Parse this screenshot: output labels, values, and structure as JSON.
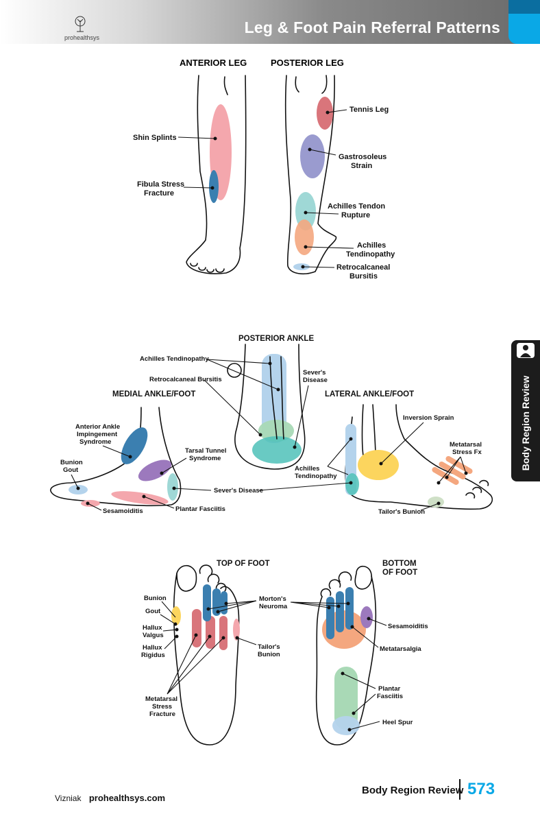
{
  "header": {
    "title": "Leg & Foot Pain Referral Patterns"
  },
  "logo": {
    "text": "prohealthsys"
  },
  "side_tab": {
    "label": "Body Region Review"
  },
  "sections": {
    "anterior_leg": "ANTERIOR LEG",
    "posterior_leg": "POSTERIOR LEG",
    "posterior_ankle": "POSTERIOR ANKLE",
    "medial": "MEDIAL ANKLE/FOOT",
    "lateral": "LATERAL ANKLE/FOOT",
    "top_foot": "TOP OF FOOT",
    "bottom_foot_1": "BOTTOM",
    "bottom_foot_2": "OF FOOT"
  },
  "labels": {
    "shin_splints": "Shin Splints",
    "fibula_1": "Fibula Stress",
    "fibula_2": "Fracture",
    "tennis_leg": "Tennis Leg",
    "gastro_1": "Gastrosoleus",
    "gastro_2": "Strain",
    "achilles_rupture_1": "Achilles Tendon",
    "achilles_rupture_2": "Rupture",
    "achilles_tendinopathy_1": "Achilles",
    "achilles_tendinopathy_2": "Tendinopathy",
    "retro_1": "Retrocalcaneal",
    "retro_2": "Bursitis",
    "pa_achilles": "Achilles Tendinopathy",
    "pa_retro": "Retrocalcaneal Bursitis",
    "pa_severs_1": "Sever's",
    "pa_severs_2": "Disease",
    "aais_1": "Anterior Ankle",
    "aais_2": "Impingement",
    "aais_3": "Syndrome",
    "bunion_gout_1": "Bunion",
    "bunion_gout_2": "Gout",
    "tarsal_1": "Tarsal Tunnel",
    "tarsal_2": "Syndrome",
    "severs_disease": "Sever's Disease",
    "sesamoiditis": "Sesamoiditis",
    "plantar_fasciitis": "Plantar Fasciitis",
    "inversion_sprain": "Inversion Sprain",
    "metatarsal_fx_1": "Metatarsal",
    "metatarsal_fx_2": "Stress Fx",
    "lat_achilles_1": "Achilles",
    "lat_achilles_2": "Tendinopathy",
    "tailors_bunion": "Tailor's Bunion",
    "top_bunion": "Bunion",
    "top_gout": "Gout",
    "hallux_valgus_1": "Hallux",
    "hallux_valgus_2": "Valgus",
    "hallux_rigidus_1": "Hallux",
    "hallux_rigidus_2": "Rigidus",
    "meta_stress_1": "Metatarsal",
    "meta_stress_2": "Stress",
    "meta_stress_3": "Fracture",
    "mortons_1": "Morton's",
    "mortons_2": "Neuroma",
    "top_tailors_1": "Tailor's",
    "top_tailors_2": "Bunion",
    "bot_sesamoiditis": "Sesamoiditis",
    "metatarsalgia": "Metatarsalgia",
    "bot_plantar_1": "Plantar",
    "bot_plantar_2": "Fasciitis",
    "heel_spur": "Heel Spur"
  },
  "colors": {
    "pink": "#f4a7ad",
    "red": "#d9757b",
    "blue": "#3b7fb0",
    "purple": "#9a9bcf",
    "teal": "#9fd8d6",
    "orange": "#f4a77f",
    "lightblue": "#b4d3ec",
    "green": "#a9d9b6",
    "yellow": "#fcd55e",
    "violet": "#9c79bd",
    "accent": "#0aa8e6"
  },
  "footer": {
    "author": "Vizniak",
    "site": "prohealthsys.com",
    "section": "Body Region Review",
    "page": "573"
  }
}
